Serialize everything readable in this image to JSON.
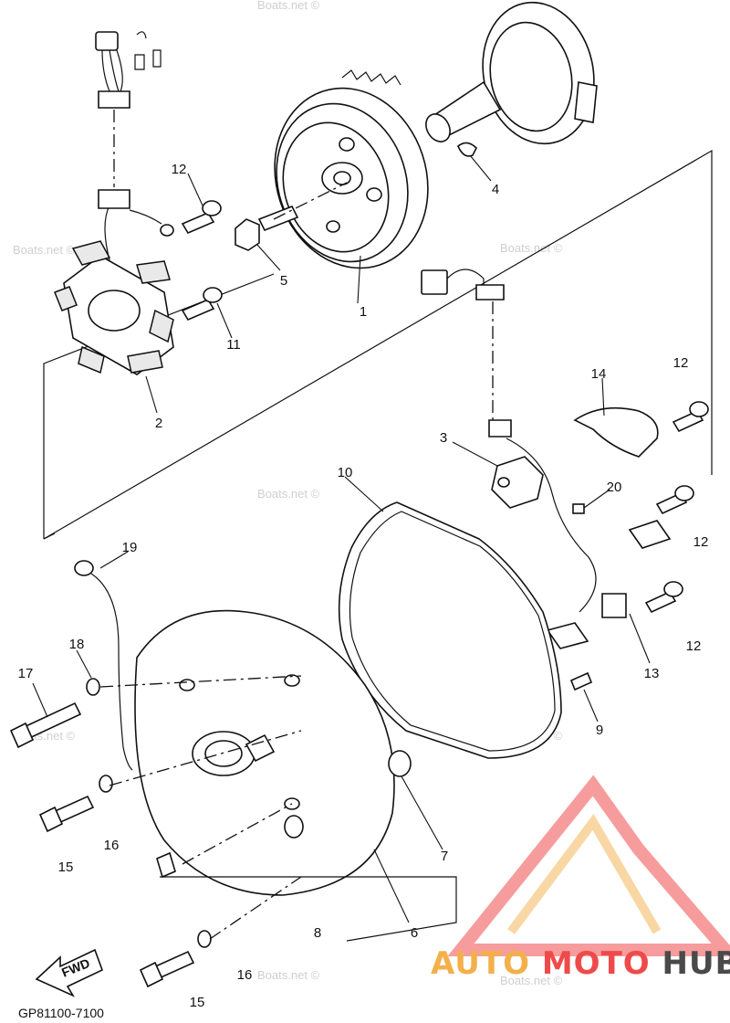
{
  "watermark_text": "Boats.net ©",
  "part_code": "GP81100-7100",
  "fwd_label": "FWD",
  "brand": {
    "part1": "AUTO",
    "part2": "MOTO",
    "part3": "HUB",
    "color_light": "#f3b04a",
    "color_red": "#ef4a4a",
    "color_dark": "#4a4a4a"
  },
  "callouts": {
    "c1": "1",
    "c2": "2",
    "c3": "3",
    "c4": "4",
    "c5": "5",
    "c6": "6",
    "c7": "7",
    "c8": "8",
    "c9": "9",
    "c10": "10",
    "c11": "11",
    "c12a": "12",
    "c12b": "12",
    "c12c": "12",
    "c12d": "12",
    "c13": "13",
    "c14": "14",
    "c15a": "15",
    "c15b": "15",
    "c16a": "16",
    "c16b": "16",
    "c17": "17",
    "c18": "18",
    "c19": "19",
    "c20": "20"
  }
}
